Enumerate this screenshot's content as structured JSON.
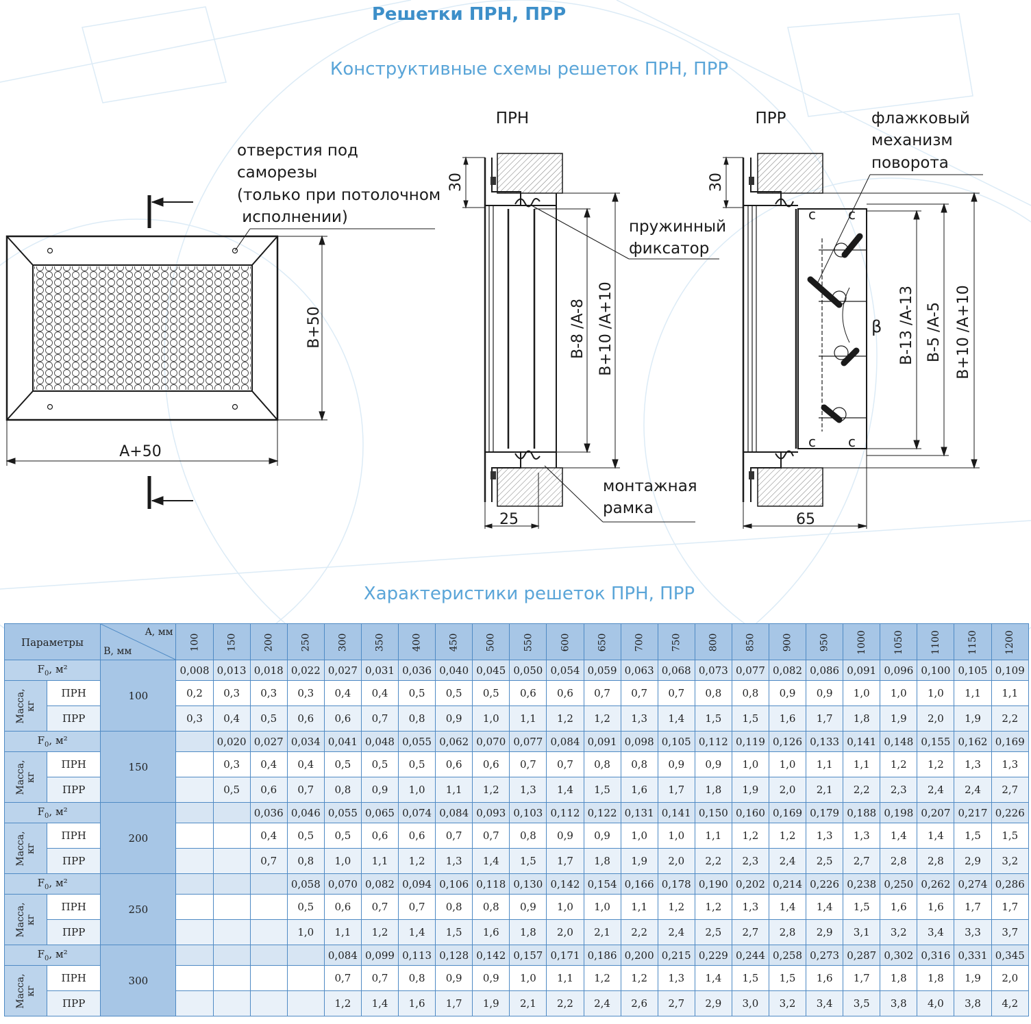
{
  "main_title": "Решетки ПРН, ПРР",
  "schemes_title": "Конструктивные схемы решеток ПРН, ПРР",
  "table_title": "Характеристики решеток ПРН, ПРР",
  "drawing": {
    "label_prn": "ПРН",
    "label_prr": "ПРР",
    "holes_note": [
      "отверстия под",
      "саморезы",
      "(только при потолочном",
      " исполнении)"
    ],
    "dim_b50": "B+50",
    "dim_a50": "A+50",
    "dim_30_prn": "30",
    "dim_30_prr": "30",
    "dim_25": "25",
    "dim_65": "65",
    "dim_prn_inner": "B-8 /A-8",
    "dim_prn_outer": "B+10 /A+10",
    "dim_prr_1": "B-13 /A-13",
    "dim_prr_2": "B-5 /A-5",
    "dim_prr_3": "B+10 /A+10",
    "spring_note": [
      "пружинный",
      "фиксатор"
    ],
    "frame_note": [
      "монтажная",
      "рамка"
    ],
    "flag_note": [
      "флажковый",
      "механизм",
      "поворота"
    ],
    "beta": "β"
  },
  "table": {
    "param_label": "Параметры",
    "a_label": "A, мм",
    "b_label": "B, мм",
    "a_values": [
      "100",
      "150",
      "200",
      "250",
      "300",
      "350",
      "400",
      "450",
      "500",
      "550",
      "600",
      "650",
      "700",
      "750",
      "800",
      "850",
      "900",
      "950",
      "1000",
      "1050",
      "1100",
      "1150",
      "1200"
    ],
    "f_label": "F",
    "f_sub": "0",
    "f_unit": ", м²",
    "mass_label": "Масса, кг",
    "prn_label": "ПРН",
    "prr_label": "ПРР",
    "groups": [
      {
        "b": "100",
        "f": [
          "0,008",
          "0,013",
          "0,018",
          "0,022",
          "0,027",
          "0,031",
          "0,036",
          "0,040",
          "0,045",
          "0,050",
          "0,054",
          "0,059",
          "0,063",
          "0,068",
          "0,073",
          "0,077",
          "0,082",
          "0,086",
          "0,091",
          "0,096",
          "0,100",
          "0,105",
          "0,109"
        ],
        "prn": [
          "0,2",
          "0,3",
          "0,3",
          "0,3",
          "0,4",
          "0,4",
          "0,5",
          "0,5",
          "0,5",
          "0,6",
          "0,6",
          "0,7",
          "0,7",
          "0,7",
          "0,8",
          "0,8",
          "0,9",
          "0,9",
          "1,0",
          "1,0",
          "1,0",
          "1,1",
          "1,1"
        ],
        "prr": [
          "0,3",
          "0,4",
          "0,5",
          "0,6",
          "0,6",
          "0,7",
          "0,8",
          "0,9",
          "1,0",
          "1,1",
          "1,2",
          "1,2",
          "1,3",
          "1,4",
          "1,5",
          "1,5",
          "1,6",
          "1,7",
          "1,8",
          "1,9",
          "2,0",
          "1,9",
          "2,2"
        ]
      },
      {
        "b": "150",
        "f": [
          "",
          "0,020",
          "0,027",
          "0,034",
          "0,041",
          "0,048",
          "0,055",
          "0,062",
          "0,070",
          "0,077",
          "0,084",
          "0,091",
          "0,098",
          "0,105",
          "0,112",
          "0,119",
          "0,126",
          "0,133",
          "0,141",
          "0,148",
          "0,155",
          "0,162",
          "0,169"
        ],
        "prn": [
          "",
          "0,3",
          "0,4",
          "0,4",
          "0,5",
          "0,5",
          "0,5",
          "0,6",
          "0,6",
          "0,7",
          "0,7",
          "0,8",
          "0,8",
          "0,9",
          "0,9",
          "1,0",
          "1,0",
          "1,1",
          "1,1",
          "1,2",
          "1,2",
          "1,3",
          "1,3"
        ],
        "prr": [
          "",
          "0,5",
          "0,6",
          "0,7",
          "0,8",
          "0,9",
          "1,0",
          "1,1",
          "1,2",
          "1,3",
          "1,4",
          "1,5",
          "1,6",
          "1,7",
          "1,8",
          "1,9",
          "2,0",
          "2,1",
          "2,2",
          "2,3",
          "2,4",
          "2,4",
          "2,7"
        ]
      },
      {
        "b": "200",
        "f": [
          "",
          "",
          "0,036",
          "0,046",
          "0,055",
          "0,065",
          "0,074",
          "0,084",
          "0,093",
          "0,103",
          "0,112",
          "0,122",
          "0,131",
          "0,141",
          "0,150",
          "0,160",
          "0,169",
          "0,179",
          "0,188",
          "0,198",
          "0,207",
          "0,217",
          "0,226"
        ],
        "prn": [
          "",
          "",
          "0,4",
          "0,5",
          "0,5",
          "0,6",
          "0,6",
          "0,7",
          "0,7",
          "0,8",
          "0,9",
          "0,9",
          "1,0",
          "1,0",
          "1,1",
          "1,2",
          "1,2",
          "1,3",
          "1,3",
          "1,4",
          "1,4",
          "1,5",
          "1,5"
        ],
        "prr": [
          "",
          "",
          "0,7",
          "0,8",
          "1,0",
          "1,1",
          "1,2",
          "1,3",
          "1,4",
          "1,5",
          "1,7",
          "1,8",
          "1,9",
          "2,0",
          "2,2",
          "2,3",
          "2,4",
          "2,5",
          "2,7",
          "2,8",
          "2,8",
          "2,9",
          "3,2"
        ]
      },
      {
        "b": "250",
        "f": [
          "",
          "",
          "",
          "0,058",
          "0,070",
          "0,082",
          "0,094",
          "0,106",
          "0,118",
          "0,130",
          "0,142",
          "0,154",
          "0,166",
          "0,178",
          "0,190",
          "0,202",
          "0,214",
          "0,226",
          "0,238",
          "0,250",
          "0,262",
          "0,274",
          "0,286"
        ],
        "prn": [
          "",
          "",
          "",
          "0,5",
          "0,6",
          "0,7",
          "0,7",
          "0,8",
          "0,8",
          "0,9",
          "1,0",
          "1,0",
          "1,1",
          "1,2",
          "1,2",
          "1,3",
          "1,4",
          "1,4",
          "1,5",
          "1,6",
          "1,6",
          "1,7",
          "1,7"
        ],
        "prr": [
          "",
          "",
          "",
          "1,0",
          "1,1",
          "1,2",
          "1,4",
          "1,5",
          "1,6",
          "1,8",
          "2,0",
          "2,1",
          "2,2",
          "2,4",
          "2,5",
          "2,7",
          "2,8",
          "2,9",
          "3,1",
          "3,2",
          "3,4",
          "3,3",
          "3,7"
        ]
      },
      {
        "b": "300",
        "f": [
          "",
          "",
          "",
          "",
          "0,084",
          "0,099",
          "0,113",
          "0,128",
          "0,142",
          "0,157",
          "0,171",
          "0,186",
          "0,200",
          "0,215",
          "0,229",
          "0,244",
          "0,258",
          "0,273",
          "0,287",
          "0,302",
          "0,316",
          "0,331",
          "0,345"
        ],
        "prn": [
          "",
          "",
          "",
          "",
          "0,7",
          "0,7",
          "0,8",
          "0,9",
          "0,9",
          "1,0",
          "1,1",
          "1,2",
          "1,2",
          "1,3",
          "1,4",
          "1,5",
          "1,5",
          "1,6",
          "1,7",
          "1,8",
          "1,8",
          "1,9",
          "2,0"
        ],
        "prr": [
          "",
          "",
          "",
          "",
          "1,2",
          "1,4",
          "1,6",
          "1,7",
          "1,9",
          "2,1",
          "2,2",
          "2,4",
          "2,6",
          "2,7",
          "2,9",
          "3,0",
          "3,2",
          "3,4",
          "3,5",
          "3,8",
          "4,0",
          "3,8",
          "4,2"
        ]
      }
    ]
  }
}
